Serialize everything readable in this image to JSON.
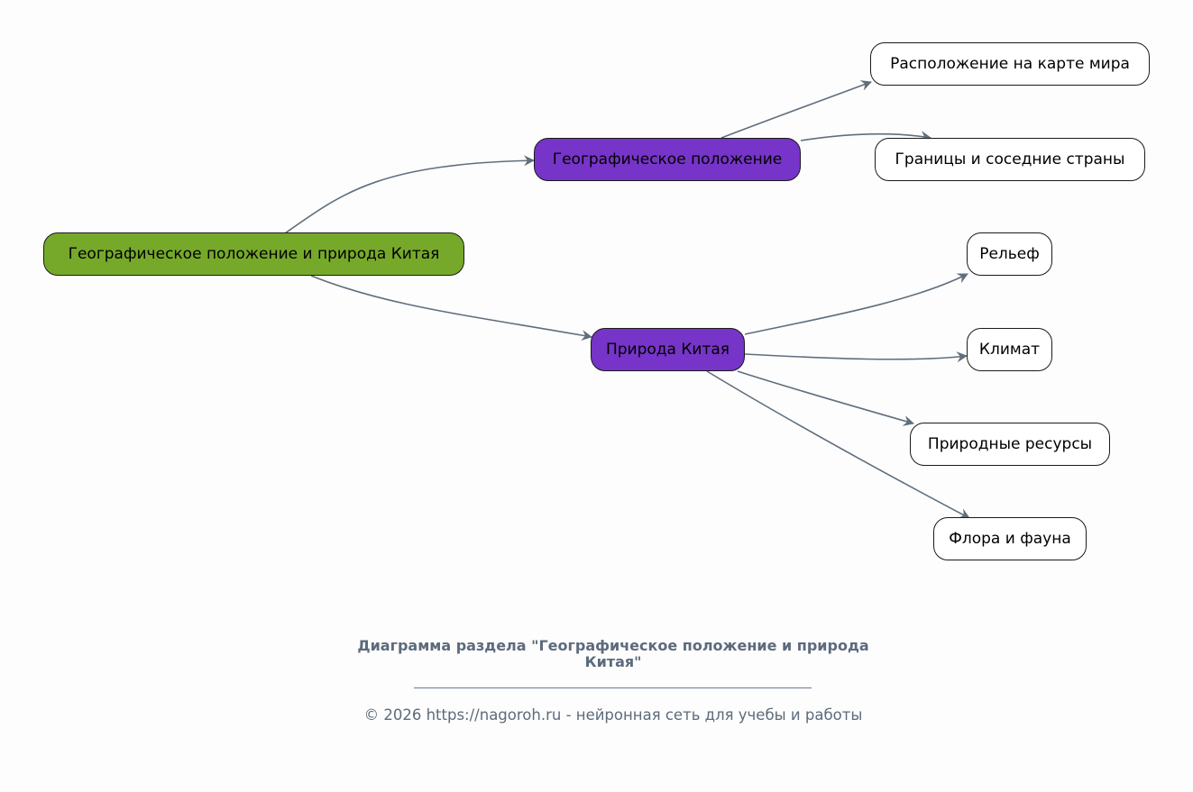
{
  "diagram": {
    "type": "mind-map",
    "edge_color": "#5f6e7d",
    "colors": {
      "root": "#76a92a",
      "branch": "#7634c8",
      "leaf": "#ffffff",
      "background": "#fdfdfd"
    },
    "nodes": {
      "root": {
        "label": "Географическое положение и природа Китая",
        "level": "root"
      },
      "geo": {
        "label": "Географическое положение",
        "level": "branch"
      },
      "nature": {
        "label": "Природа Китая",
        "level": "branch"
      },
      "map": {
        "label": "Расположение на карте мира",
        "level": "leaf"
      },
      "borders": {
        "label": "Границы и соседние страны",
        "level": "leaf"
      },
      "relief": {
        "label": "Рельеф",
        "level": "leaf"
      },
      "climate": {
        "label": "Климат",
        "level": "leaf"
      },
      "resources": {
        "label": "Природные ресурсы",
        "level": "leaf"
      },
      "flora": {
        "label": "Флора и фауна",
        "level": "leaf"
      }
    },
    "edges": [
      {
        "from": "root",
        "to": "geo"
      },
      {
        "from": "root",
        "to": "nature"
      },
      {
        "from": "geo",
        "to": "map"
      },
      {
        "from": "geo",
        "to": "borders"
      },
      {
        "from": "nature",
        "to": "relief"
      },
      {
        "from": "nature",
        "to": "climate"
      },
      {
        "from": "nature",
        "to": "resources"
      },
      {
        "from": "nature",
        "to": "flora"
      }
    ]
  },
  "caption": {
    "title": "Диаграмма раздела \"Географическое положение и природа Китая\"",
    "footer": "© 2026 https://nagoroh.ru - нейронная сеть для учебы и работы"
  }
}
